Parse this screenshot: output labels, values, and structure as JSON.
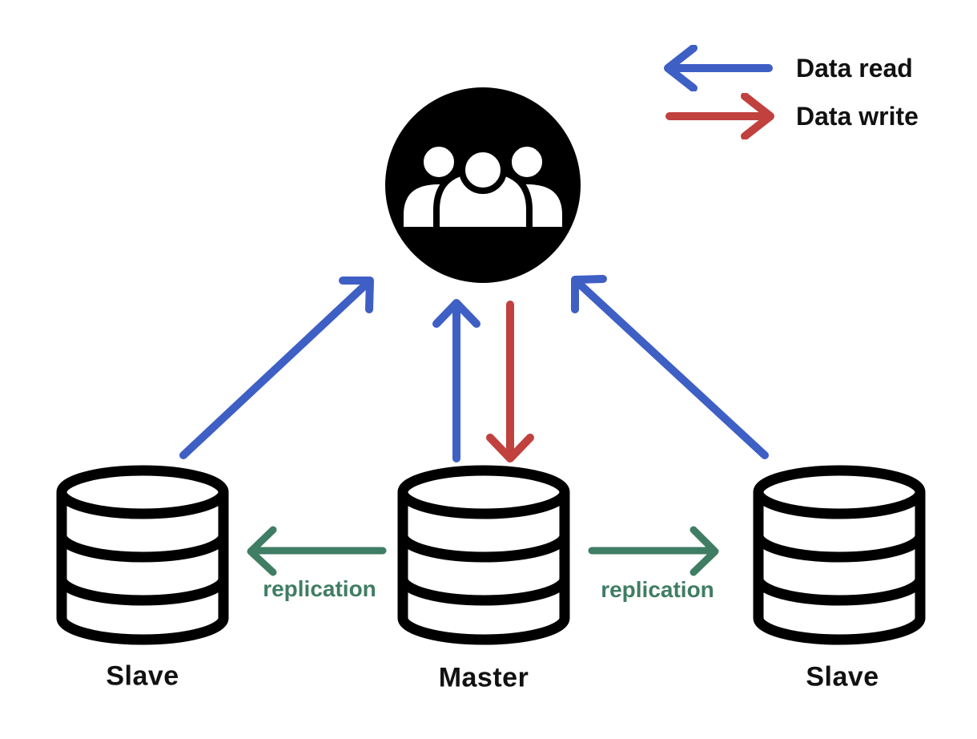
{
  "legend": {
    "items": [
      {
        "label": "Data read",
        "color": "#3E5FC4",
        "direction": "left"
      },
      {
        "label": "Data write",
        "color": "#C0413E",
        "direction": "right"
      }
    ]
  },
  "nodes": {
    "clients": {
      "icon": "users-icon"
    },
    "slave_left": {
      "label": "Slave",
      "icon": "database-icon"
    },
    "master": {
      "label": "Master",
      "icon": "database-icon"
    },
    "slave_right": {
      "label": "Slave",
      "icon": "database-icon"
    }
  },
  "edges": [
    {
      "from": "slave_left",
      "to": "clients",
      "type": "data-read",
      "color": "#3E5FC4"
    },
    {
      "from": "master",
      "to": "clients",
      "type": "data-read",
      "color": "#3E5FC4"
    },
    {
      "from": "clients",
      "to": "master",
      "type": "data-write",
      "color": "#C0413E"
    },
    {
      "from": "slave_right",
      "to": "clients",
      "type": "data-read",
      "color": "#3E5FC4"
    },
    {
      "from": "master",
      "to": "slave_left",
      "type": "replication",
      "label": "replication",
      "color": "#3F7D64"
    },
    {
      "from": "master",
      "to": "slave_right",
      "type": "replication",
      "label": "replication",
      "color": "#3F7D64"
    }
  ],
  "colors": {
    "read": "#3E5FC4",
    "write": "#C0413E",
    "replication": "#3F7D64",
    "icon": "#000000",
    "text": "#111111",
    "background": "#FFFFFF"
  }
}
